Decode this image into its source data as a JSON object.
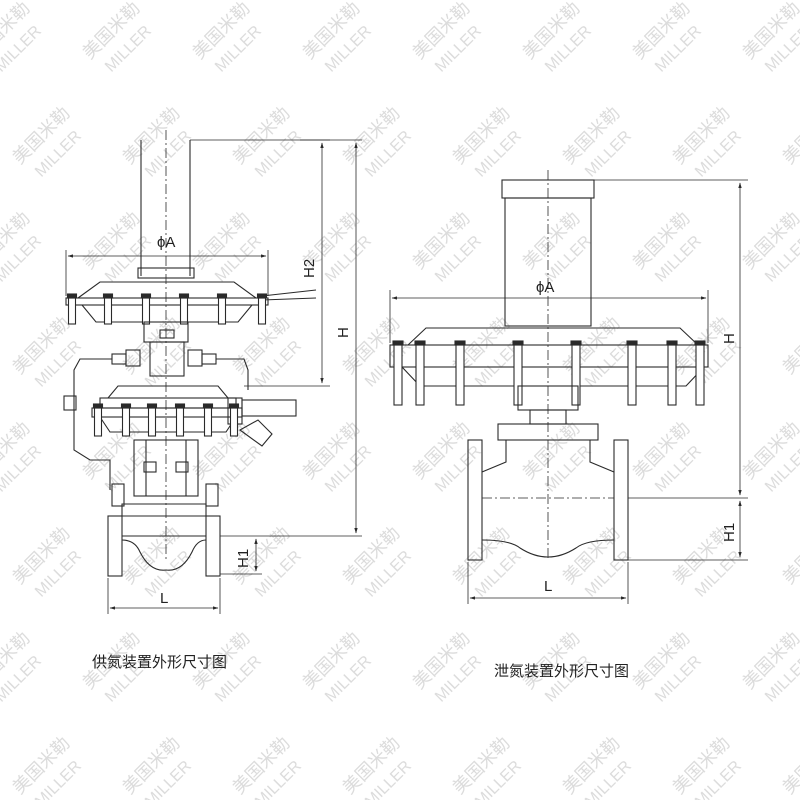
{
  "watermark": {
    "cn": "美国米勒",
    "en": "MILLER",
    "color": "#dcdcdc"
  },
  "colors": {
    "line": "#2a2a2a",
    "background": "#ffffff"
  },
  "left_figure": {
    "caption": "供氮装置外形尺寸图",
    "dims": {
      "phiA": "ϕA",
      "H2": "H2",
      "H": "H",
      "H1": "H1",
      "L": "L"
    }
  },
  "right_figure": {
    "caption": "泄氮装置外形尺寸图",
    "dims": {
      "phiA": "ϕA",
      "H": "H",
      "H1": "H1",
      "L": "L"
    }
  }
}
